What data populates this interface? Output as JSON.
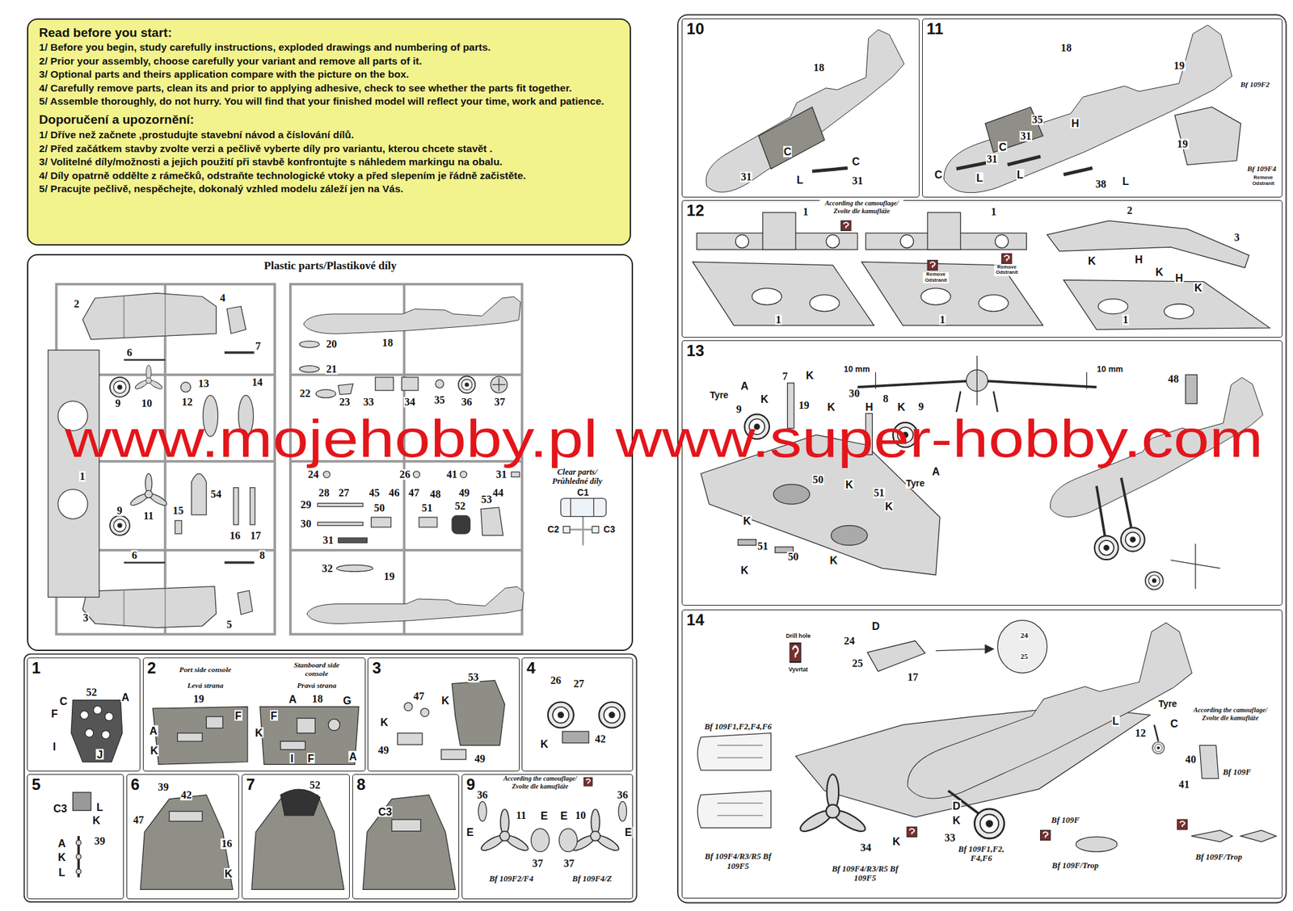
{
  "diagram": {
    "nodes": [
      {
        "text": [
          "Read before you start:",
          "1/ Before you begin, study carefully instructions, exploded drawings and numbering of parts.",
          "2/ Prior your assembly, choose carefully your variant and remove all parts of it.",
          "3/ Optional parts and theirs application compare with the picture on the box.",
          "4/ Carefully remove parts, clean its and prior to applying adhesive, check to see whether the parts fit together.",
          "5/ Assemble thoroughly, do not hurry. You will find that your finished model will reflect your time, work and patience.",
          "Doporučení a upozornění:",
          "1/ Dříve než začnete ,prostudujte stavební návod a číslování dílů.",
          "2/ Před začátkem stavby zvolte verzi a pečlivě vyberte díly pro variantu, kterou chcete stavět .",
          "3/ Volitelné díly/možnosti a jejich použití při stavbě konfrontujte s náhledem markingu na obalu.",
          "4/ Díly opatrně oddělte z rámečků, odstraňte technologické vtoky a před slepením je řádně začistěte.",
          "5/ Pracujte pečlivě, nespěchejte, dokonalý vzhled modelu záleží jen na Vás."
        ]
      },
      {
        "text": [
          "Plastic parts/Plastikové díly"
        ]
      },
      {
        "text": [
          "1"
        ]
      },
      {
        "text": [
          "2"
        ]
      },
      {
        "text": [
          "3"
        ]
      },
      {
        "text": [
          "4"
        ]
      },
      {
        "text": [
          "5"
        ]
      },
      {
        "text": [
          "6"
        ]
      },
      {
        "text": [
          "7"
        ]
      },
      {
        "text": [
          "8"
        ]
      },
      {
        "text": [
          "9"
        ]
      },
      {
        "text": [
          "10"
        ]
      },
      {
        "text": [
          "11"
        ]
      },
      {
        "text": [
          "12"
        ]
      },
      {
        "text": [
          "13"
        ]
      },
      {
        "text": [
          "14"
        ]
      }
    ],
    "labels": [
      "2",
      "4",
      "7",
      "6",
      "13",
      "14",
      "12",
      "9",
      "10",
      "1",
      "11",
      "54",
      "15",
      "9",
      "16",
      "17",
      "6",
      "8",
      "3",
      "5",
      "18",
      "20",
      "21",
      "22",
      "23",
      "33",
      "34",
      "35",
      "36",
      "37",
      "24",
      "26",
      "41",
      "31",
      "28",
      "27",
      "45",
      "46",
      "47",
      "48",
      "49",
      "44",
      "50",
      "51",
      "52",
      "53",
      "29",
      "30",
      "31",
      "32",
      "19",
      "Clear parts/ Průhledné díly",
      "C1",
      "C2",
      "C3",
      "www.mojehobby.pl www.super-hobby.com",
      "52",
      "C",
      "A",
      "F",
      "I",
      "J",
      "Port side console",
      "Levá strana",
      "Stanboard side console",
      "Pravá strana",
      "19",
      "F",
      "A",
      "K",
      "F",
      "A",
      "18",
      "G",
      "K",
      "I",
      "F",
      "A",
      "47",
      "53",
      "K",
      "K",
      "49",
      "49",
      "26",
      "27",
      "K",
      "42",
      "C3",
      "L",
      "K",
      "A",
      "39",
      "K",
      "L",
      "39",
      "42",
      "47",
      "16",
      "K",
      "52",
      "C3",
      "According the camouflage/ Zvolte dle kamufláže",
      "36",
      "11",
      "E",
      "E",
      "37",
      "Bf 109F2/F4",
      "E",
      "10",
      "36",
      "37",
      "E",
      "Bf 109F4/Z",
      "18",
      "C",
      "31",
      "C",
      "L",
      "31",
      "18",
      "19",
      "Bf 109F2",
      "35",
      "H",
      "31",
      "C",
      "31",
      "C",
      "L",
      "L",
      "38",
      "L",
      "19",
      "Bf 109F4",
      "Remove Odstranit",
      "1",
      "According the camouflage/ Zvolte dle kamufláže",
      "1",
      "1",
      "Remove Odstranit",
      "Remove Odstranit",
      "1",
      "2",
      "3",
      "K",
      "H",
      "K",
      "H",
      "K",
      "1",
      "10 mm",
      "10 mm",
      "48",
      "Tyre",
      "A",
      "K",
      "7",
      "K",
      "9",
      "19",
      "30",
      "8",
      "K",
      "K",
      "H",
      "9",
      "A",
      "Tyre",
      "50",
      "K",
      "51",
      "K",
      "K",
      "K",
      "51",
      "50",
      "K",
      "Drill hole",
      "Vyvrtat",
      "24",
      "D",
      "25",
      "17",
      "24",
      "25",
      "Tyre",
      "L",
      "12",
      "C",
      "According the camouflage/ Zvolte dle kamufláže",
      "40",
      "Bf 109F",
      "41",
      "Bf 109F1,F2,F4,F6",
      "Bf 109F4/R3/R5 Bf 109F5",
      "34",
      "K",
      "Bf 109F4/R3/R5 Bf 109F5",
      "D",
      "K",
      "33",
      "Bf 109F1,F2, F4,F6",
      "Bf 109F",
      "Bf 109F/Trop",
      "Bf 109F/Trop"
    ]
  }
}
